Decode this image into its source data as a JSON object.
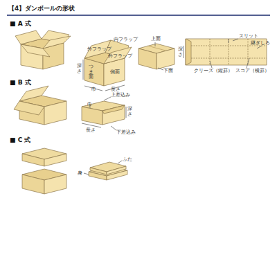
{
  "diagram": {
    "title": "【4】ダンボールの形状",
    "labels": [
      "■ A 式",
      "深さ",
      "外フラップ",
      "内フラップ",
      "外フラップ",
      "つま面",
      "側面",
      "巾",
      "長さ",
      "上面",
      "下面",
      "スリット",
      "継ぎしろ",
      "深さ",
      "クリーズ（縦罫）",
      "スコア（横罫）",
      "■ B 式",
      "上差込み",
      "巾",
      "深さ",
      "長さ",
      "下差込み",
      "■ C 式",
      "ふた",
      "身"
    ]
  }
}
